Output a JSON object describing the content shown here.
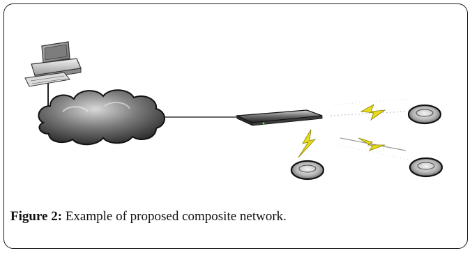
{
  "figure": {
    "label": "Figure 2:",
    "caption": " Example of proposed composite network."
  },
  "diagram": {
    "nodes": [
      {
        "id": "pc",
        "type": "desktop-computer"
      },
      {
        "id": "cloud",
        "type": "network-cloud"
      },
      {
        "id": "base-station",
        "type": "wireless-access-point"
      },
      {
        "id": "node-top-right",
        "type": "wireless-node"
      },
      {
        "id": "node-bottom-left",
        "type": "wireless-node"
      },
      {
        "id": "node-bottom-right",
        "type": "wireless-node"
      }
    ],
    "links": [
      {
        "from": "pc",
        "to": "cloud",
        "kind": "wired"
      },
      {
        "from": "cloud",
        "to": "base-station",
        "kind": "wired"
      },
      {
        "from": "base-station",
        "to": "node-top-right",
        "kind": "wireless"
      },
      {
        "from": "base-station",
        "to": "node-bottom-left",
        "kind": "wireless"
      },
      {
        "from": "base-station",
        "to": "node-bottom-right",
        "kind": "wireless"
      }
    ]
  },
  "colors": {
    "lightning": "#e8dc1c",
    "cloud": "#6b6b6b",
    "node": "#8a8a8a",
    "border": "#1a1a1a"
  }
}
